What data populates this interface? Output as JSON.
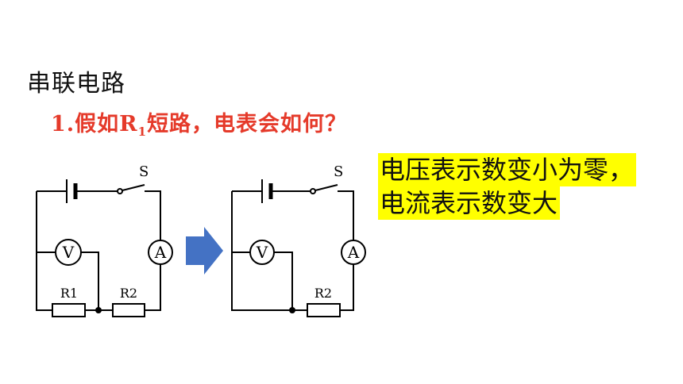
{
  "slide": {
    "heading": "串联电路",
    "question": {
      "prefix": "1.假如R",
      "subscript": "1",
      "suffix": "短路，电表会如何？"
    },
    "answer_lines": [
      "电压表示数变小为零，",
      "电流表示数变大"
    ]
  },
  "circuit_before": {
    "switch_label": "S",
    "voltmeter_label": "V",
    "ammeter_label": "A",
    "r1_label": "R1",
    "r2_label": "R2"
  },
  "circuit_after": {
    "switch_label": "S",
    "voltmeter_label": "V",
    "ammeter_label": "A",
    "r2_label": "R2"
  },
  "colors": {
    "question": "#e53a2a",
    "highlight": "#ffff00",
    "arrow": "#4472c4"
  }
}
